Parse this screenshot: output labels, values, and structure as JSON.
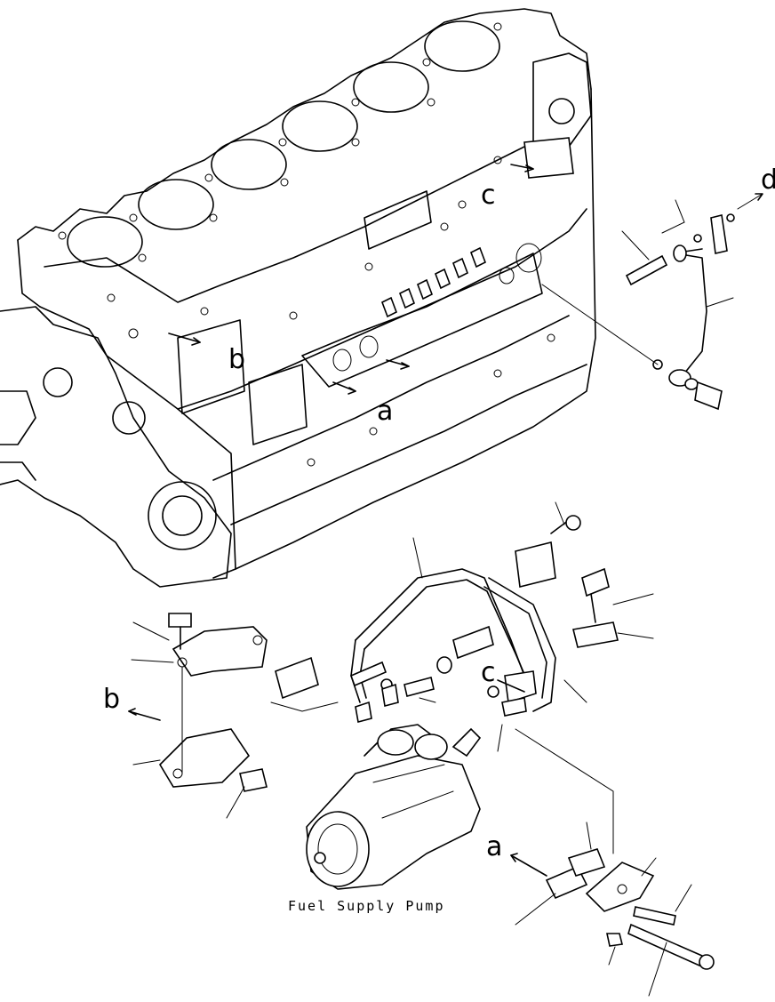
{
  "labels": {
    "ref_a_top": "a",
    "ref_b_top": "b",
    "ref_c_top": "c",
    "ref_d_top": "d",
    "ref_b_bottom": "b",
    "ref_c_bottom": "c",
    "ref_a_bottom": "a"
  },
  "caption": "Fuel Supply Pump"
}
